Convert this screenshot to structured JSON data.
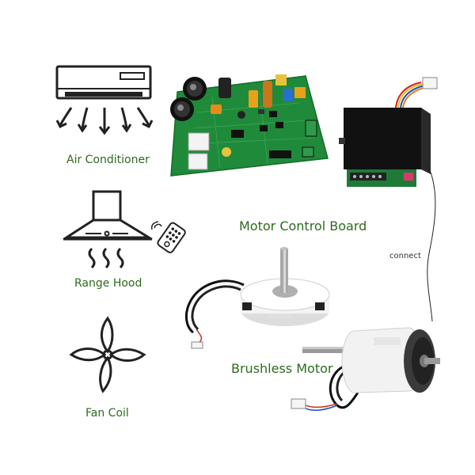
{
  "labels": {
    "air_conditioner": "Air Conditioner",
    "range_hood": "Range Hood",
    "fan_coil": "Fan Coil",
    "motor_control_board": "Motor Control Board",
    "brushless_motor": "Brushless Motor",
    "connect": "connect"
  },
  "colors": {
    "label_green": "#2e6b1e",
    "pcb_green": "#1f8a3a",
    "icon_stroke": "#222222"
  },
  "icons": [
    "air-conditioner-icon",
    "range-hood-icon",
    "remote-control-icon",
    "fan-coil-icon"
  ]
}
